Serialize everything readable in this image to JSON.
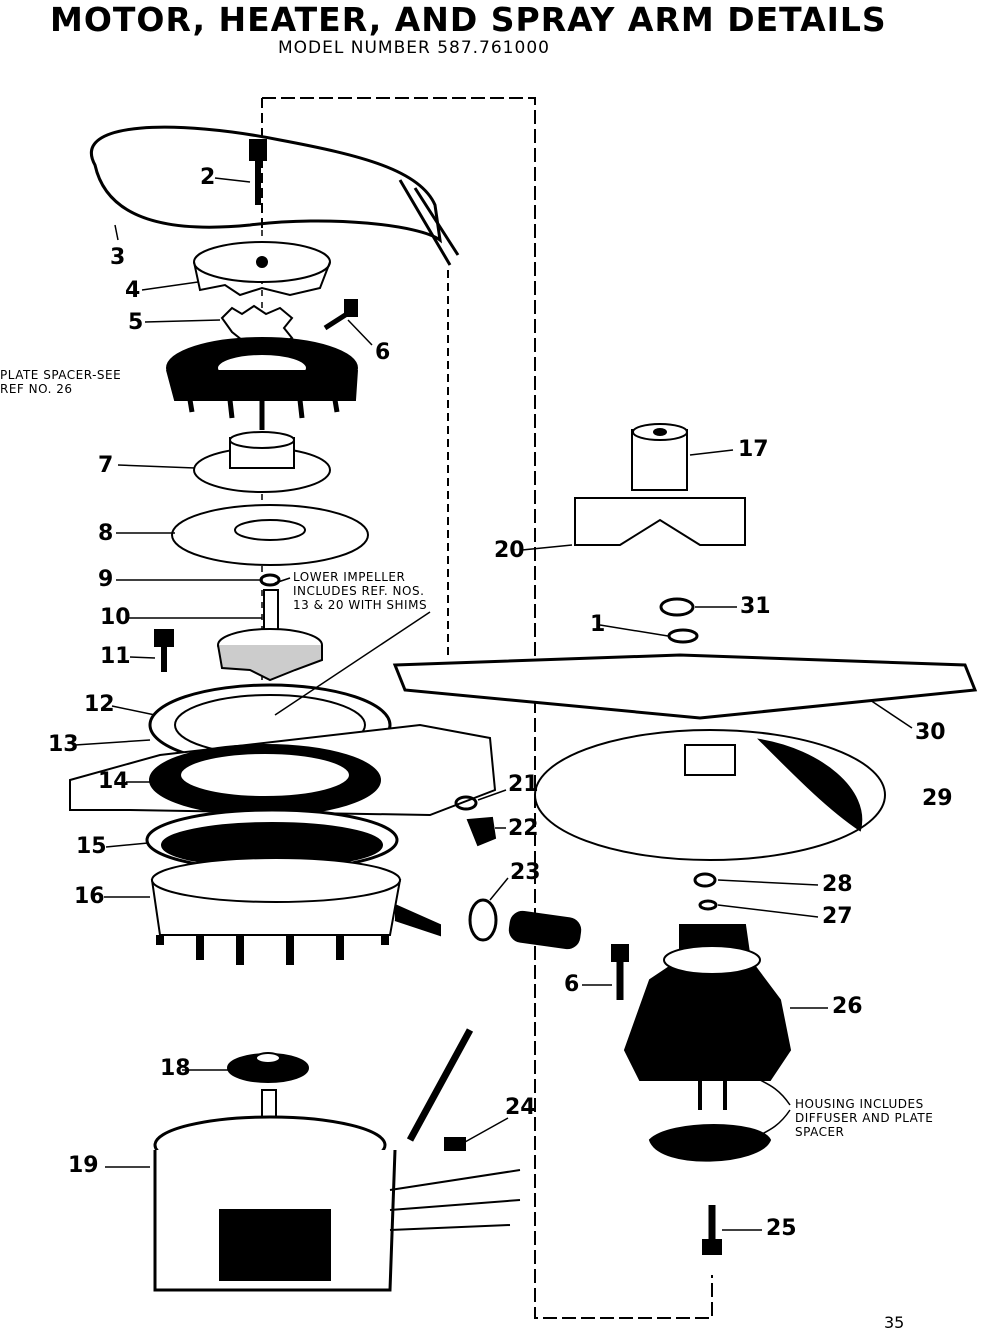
{
  "title": "MOTOR, HEATER, AND SPRAY ARM DETAILS",
  "subtitle": "MODEL NUMBER 587.761000",
  "page_number": "35",
  "notes": {
    "plate_spacer": [
      "PLATE SPACER-SEE",
      "REF NO. 26"
    ],
    "lower_impeller": [
      "LOWER IMPELLER",
      "INCLUDES REF. NOS.",
      "13 & 20 WITH SHIMS"
    ],
    "housing": [
      "HOUSING INCLUDES",
      "DIFFUSER AND PLATE",
      "SPACER"
    ]
  },
  "callouts": [
    "2",
    "3",
    "4",
    "5",
    "6",
    "7",
    "8",
    "9",
    "10",
    "11",
    "12",
    "13",
    "14",
    "15",
    "16",
    "17",
    "20",
    "31",
    "1",
    "30",
    "21",
    "22",
    "29",
    "23",
    "28",
    "27",
    "6",
    "26",
    "18",
    "24",
    "19",
    "25"
  ]
}
